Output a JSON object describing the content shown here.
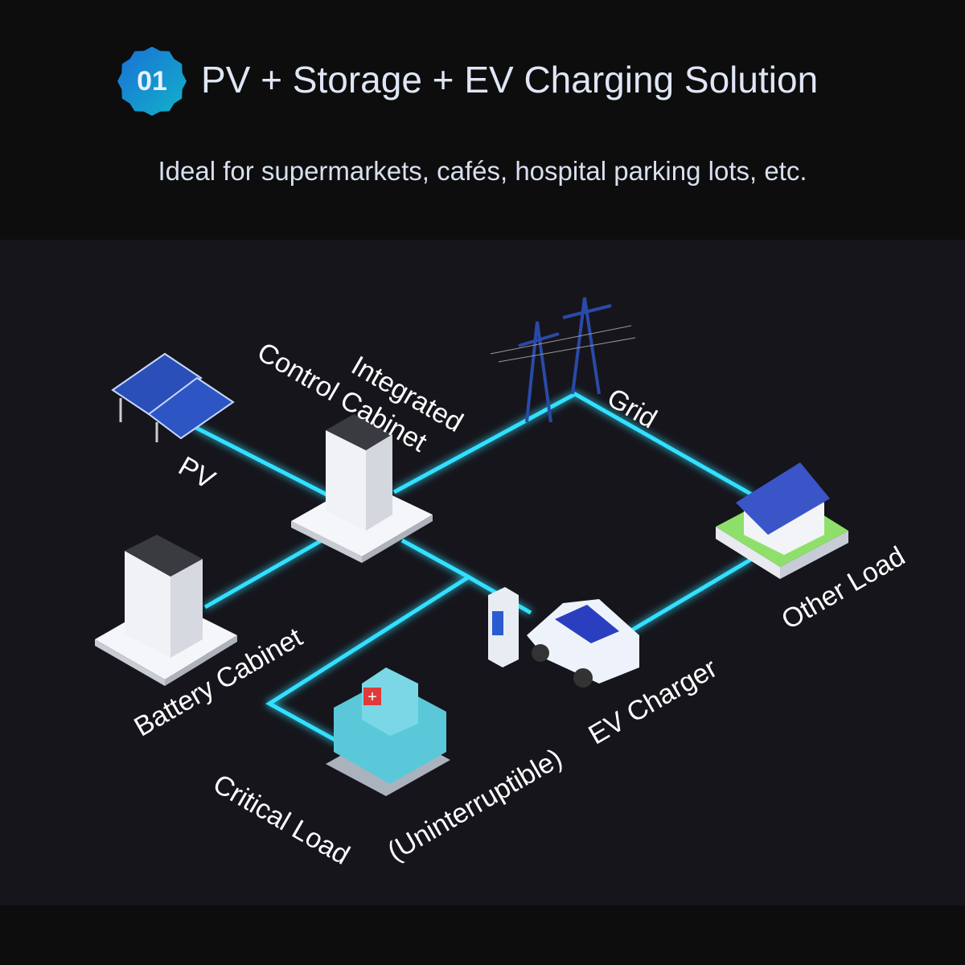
{
  "header": {
    "badge": "01",
    "title": "PV + Storage + EV Charging Solution",
    "subtitle": "Ideal for supermarkets, cafés, hospital parking lots, etc."
  },
  "diagram": {
    "labels": {
      "pv": "PV",
      "cabinet_line1": "Integrated",
      "cabinet_line2": "Control Cabinet",
      "grid": "Grid",
      "other_load": "Other Load",
      "battery": "Battery Cabinet",
      "ev": "EV Charger",
      "critical": "Critical Load",
      "uninterruptible": "(Uninterruptible)"
    },
    "colors": {
      "line": "#33e0ff",
      "badge_from": "#1a6fd6",
      "badge_to": "#12b3c9"
    }
  }
}
